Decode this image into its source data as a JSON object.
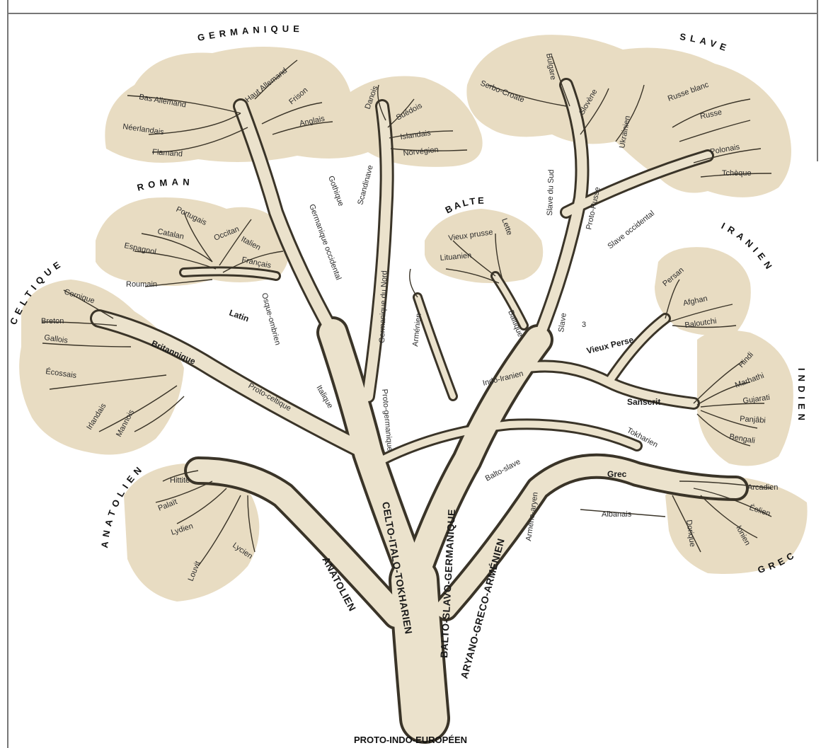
{
  "root": "PROTO-INDO-EUROPÉEN",
  "trunks": {
    "anatolien": "ANATOLIEN",
    "celto_italo_tokharien": "CELTO-ITALO-TOKHARIEN",
    "balto_slavo_germanique": "BALTO-SLAVO-GERMANIQUE",
    "aryano_greco_armenien": "ARYANO-GRECO-ARMÉNIEN"
  },
  "families": {
    "germanique": "GERMANIQUE",
    "slave": "SLAVE",
    "roman": "ROMAN",
    "celtique": "CELTIQUE",
    "balte": "BALTE",
    "iranien": "IRANIEN",
    "indien": "INDIEN",
    "anatolien": "ANATOLIEN",
    "grec": "GREC"
  },
  "branches": {
    "proto_germanique": "Proto-germanique",
    "germanique_occidental": "Germanique occidental",
    "germanique_du_nord": "Germanique du Nord",
    "scandinave": "Scandinave",
    "gothique": "Gothique",
    "balto_slave": "Balto-slave",
    "slave": "Slave",
    "slave_du_sud": "Slave du Sud",
    "proto_russe": "Proto-Russe",
    "slave_occidental": "Slave occidental",
    "baltique": "Baltique",
    "latin": "Latin",
    "italique": "Italique",
    "osque_ombrien": "Osque-ombrien",
    "britannique": "Britannique",
    "proto_celtique": "Proto-celtique",
    "indo_iranien": "Indo-Iranien",
    "vieux_perse": "Vieux Perse",
    "sanscrit": "Sanscrit",
    "armeno_aryen": "Arméno-aryen",
    "grec": "Grec",
    "tokharien": "Tokharien",
    "armenien": "Arménien",
    "albanais": "Albanais"
  },
  "languages": {
    "germanique": [
      "Bas Allemand",
      "Haut Allemand",
      "Frison",
      "Anglais",
      "Néerlandais",
      "Flamand",
      "Danois",
      "Suédois",
      "Islandais",
      "Norvégien"
    ],
    "slave": [
      "Serbo-Croate",
      "Bulgare",
      "Slovène",
      "Ukrainien",
      "Russe blanc",
      "Russe",
      "Polonais",
      "Tchèque"
    ],
    "roman": [
      "Portugais",
      "Occitan",
      "Catalan",
      "Italien",
      "Espagnol",
      "Français",
      "Roumain"
    ],
    "celtique": [
      "Cornique",
      "Breton",
      "Gallois",
      "Écossais",
      "Irlandais",
      "Mannois"
    ],
    "balte": [
      "Vieux prusse",
      "Lette",
      "Lituanien"
    ],
    "iranien": [
      "Persan",
      "Afghan",
      "Baloutchi"
    ],
    "indien": [
      "Hindi",
      "Marhathi",
      "Gujarati",
      "Panjâbi",
      "Bengali"
    ],
    "anatolien": [
      "Hittite",
      "Palaït",
      "Lydien",
      "Louvit",
      "Lycien"
    ],
    "grec": [
      "Arcadien",
      "Éolien",
      "Ionien",
      "Dorique"
    ]
  },
  "marks": {
    "slave_note": "3"
  },
  "colors": {
    "foliage": "#e8dcc2",
    "branch": "#ebe2cc",
    "ink": "#3a3428"
  }
}
